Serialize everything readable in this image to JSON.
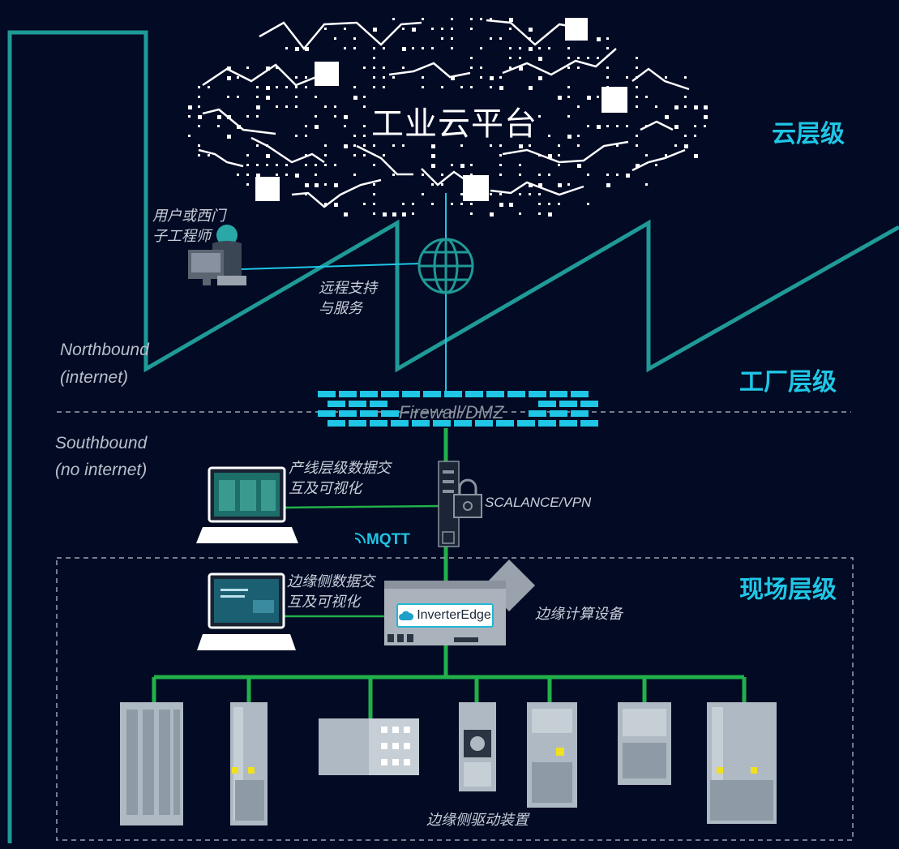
{
  "cloud": {
    "title": "工业云平台"
  },
  "levels": {
    "cloud": "云层级",
    "factory": "工厂层级",
    "field": "现场层级"
  },
  "engineer": {
    "label_line1": "用户或西门",
    "label_line2": "子工程师"
  },
  "remote": {
    "label_line1": "远程支持",
    "label_line2": "与服务"
  },
  "northbound": {
    "line1": "Northbound",
    "line2": "(internet)"
  },
  "southbound": {
    "line1": "Southbound",
    "line2": "(no internet)"
  },
  "firewall": {
    "label": "Firewall/DMZ"
  },
  "line_level_hmi": {
    "label_line1": "产线层级数据交",
    "label_line2": "互及可视化"
  },
  "scalance": {
    "label": "SCALANCE/VPN"
  },
  "mqtt": {
    "label": "MQTT"
  },
  "edge_hmi": {
    "label_line1": "边缘侧数据交",
    "label_line2": "互及可视化"
  },
  "edge_device": {
    "label": "边缘计算设备",
    "badge": "InverterEdge"
  },
  "drives": {
    "label": "边缘侧驱动装置",
    "count": 7
  },
  "colors": {
    "background": "#020a24",
    "teal_line": "#1f9a96",
    "cyan_accent": "#1fc6e6",
    "green_bus": "#22b04a",
    "device_panel": "#aeb9c3"
  }
}
